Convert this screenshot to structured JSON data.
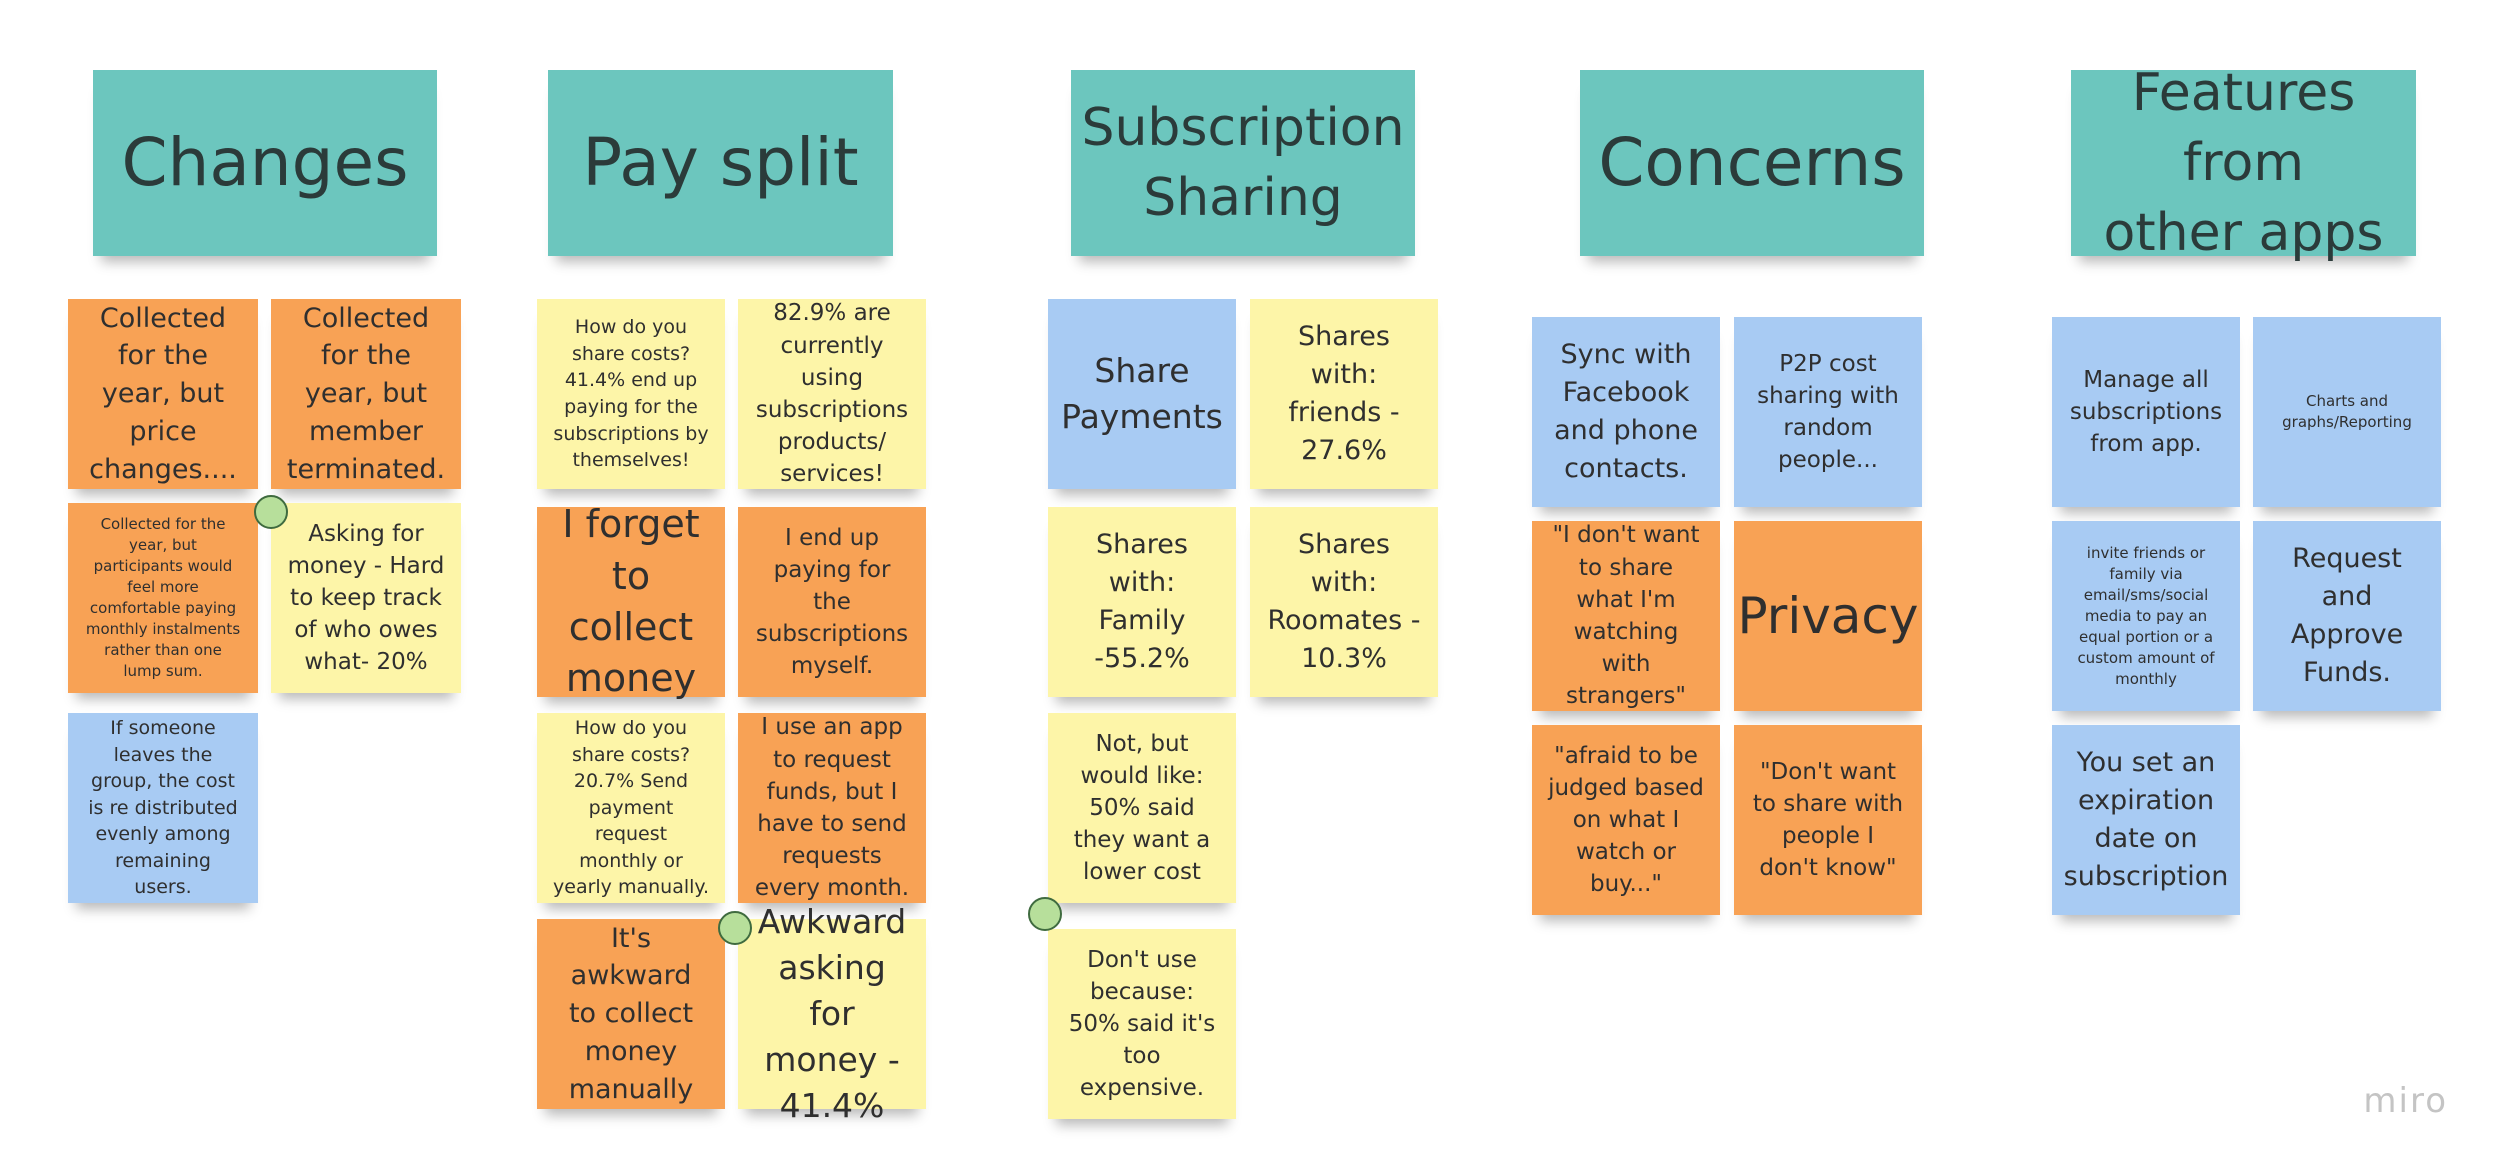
{
  "headers": {
    "changes": "Changes",
    "pay_split": "Pay split",
    "subscription_sharing": "Subscription\nSharing",
    "concerns": "Concerns",
    "features": "Features from\nother apps"
  },
  "changes": {
    "n1": "Collected for the year, but price changes....",
    "n2": "Collected for the year, but member terminated.",
    "n3": "Collected for the year, but participants would feel more comfortable paying monthly instalments rather than one lump sum.",
    "n4": "Asking for money - Hard to keep track of who owes what- 20%",
    "n5": "If someone leaves the group, the cost is re distributed evenly among remaining users."
  },
  "pay_split": {
    "n1": "How do you share costs?\n41.4% end up paying for the subscriptions by themselves!",
    "n2": "82.9% are currently using subscriptions products/ services!",
    "n3": "I forget to collect money",
    "n4": "I end up paying for the subscriptions myself.",
    "n5": "How do you share costs? 20.7% Send payment request monthly or yearly manually.",
    "n6": "I use an app to request funds, but I have to send requests every month.",
    "n7": "It's awkward to collect money manually",
    "n8": "Awkward asking for money - 41.4%"
  },
  "subscription_sharing": {
    "n1": "Share Payments",
    "n2": "Shares with: friends - 27.6%",
    "n3": "Shares with: Family -55.2%",
    "n4": "Shares with: Roomates - 10.3%",
    "n5": "Not, but would like: 50% said they want a lower cost",
    "n6": "Don't use because: 50% said it's too expensive."
  },
  "concerns": {
    "n1": "Sync with Facebook and phone contacts.",
    "n2": "P2P cost sharing with random people...",
    "n3": "\"I don't want to share what I'm watching with strangers\"",
    "n4": "Privacy",
    "n5": "\"afraid to be judged based on what I watch or buy...\"",
    "n6": "\"Don't want to share with people I don't know\""
  },
  "features": {
    "n1": "Manage all subscriptions from app.",
    "n2": "Charts and graphs/Reporting",
    "n3": "invite friends or family via email/sms/social media to pay an equal portion or a custom amount of monthly",
    "n4": "Request and Approve Funds.",
    "n5": "You set an expiration date on subscription"
  },
  "branding": {
    "logo": "miro"
  },
  "colors": {
    "teal": "#6cc6be",
    "orange": "#f8a255",
    "yellow": "#fdf5a8",
    "blue": "#a8cbf3",
    "dot": "#b7df9b"
  }
}
